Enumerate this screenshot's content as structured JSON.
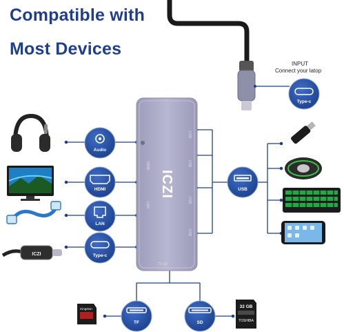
{
  "headline": {
    "line1": "Compatible with",
    "line2": "Most Devices"
  },
  "input": {
    "title": "INPUT",
    "subtitle": "Connect your latop",
    "port_label": "Type-c"
  },
  "hub": {
    "brand": "ICZI"
  },
  "left_ports": [
    {
      "label": "Audio",
      "icon": "audio-jack-icon",
      "device": "headphones-icon"
    },
    {
      "label": "HDMI",
      "icon": "hdmi-port-icon",
      "device": "monitor-icon"
    },
    {
      "label": "LAN",
      "icon": "lan-port-icon",
      "device": "ethernet-cable-icon"
    },
    {
      "label": "Type-c",
      "icon": "usb-c-port-icon",
      "device": "usb-c-cable-icon"
    }
  ],
  "right_port": {
    "label": "USB",
    "icon": "usb-a-port-icon",
    "devices": [
      "flash-drive-icon",
      "mouse-icon",
      "keyboard-icon",
      "phone-icon"
    ]
  },
  "bottom_ports": [
    {
      "label": "TF",
      "icon": "tf-slot-icon",
      "device": "microsd-card-icon"
    },
    {
      "label": "SD",
      "icon": "sd-slot-icon",
      "device": "sd-card-icon"
    }
  ],
  "cards": {
    "microsd_brand": "Kingston",
    "sd_size": "32 GB",
    "sd_brand": "TOSHIBA"
  },
  "colors": {
    "navy": "#1f3f8e",
    "line": "#1f3f8e",
    "hub": "#a9a9c6",
    "pill": "#2452a6"
  }
}
